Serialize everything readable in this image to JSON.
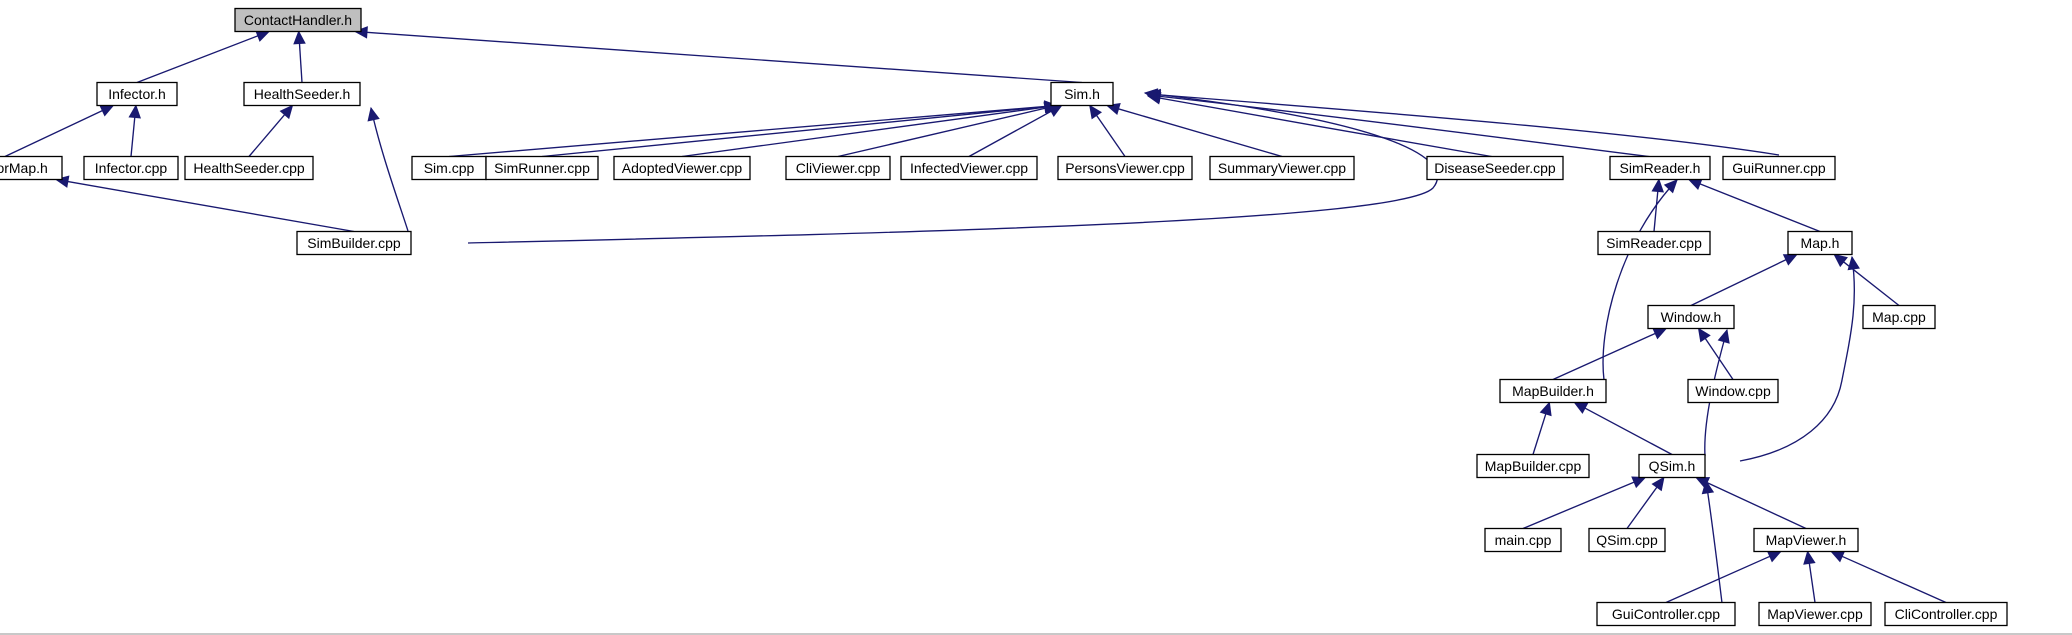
{
  "colors": {
    "edge": "#191970",
    "node_fill": "#ffffff",
    "root_fill": "#bfbfbf",
    "node_border": "#000000",
    "text": "#000000"
  },
  "nodes": [
    {
      "id": "contacthandler_h",
      "label": "ContactHandler.h",
      "root": true
    },
    {
      "id": "infector_h",
      "label": "Infector.h"
    },
    {
      "id": "healthseeder_h",
      "label": "HealthSeeder.h"
    },
    {
      "id": "sim_h",
      "label": "Sim.h"
    },
    {
      "id": "infectormap_h",
      "label": "InfectorMap.h"
    },
    {
      "id": "infector_cpp",
      "label": "Infector.cpp"
    },
    {
      "id": "healthseeder_cpp",
      "label": "HealthSeeder.cpp"
    },
    {
      "id": "sim_cpp",
      "label": "Sim.cpp"
    },
    {
      "id": "simrunner_cpp",
      "label": "SimRunner.cpp"
    },
    {
      "id": "adoptedviewer_cpp",
      "label": "AdoptedViewer.cpp"
    },
    {
      "id": "cliviewer_cpp",
      "label": "CliViewer.cpp"
    },
    {
      "id": "infectedviewer_cpp",
      "label": "InfectedViewer.cpp"
    },
    {
      "id": "personsviewer_cpp",
      "label": "PersonsViewer.cpp"
    },
    {
      "id": "summaryviewer_cpp",
      "label": "SummaryViewer.cpp"
    },
    {
      "id": "diseaseseeder_cpp",
      "label": "DiseaseSeeder.cpp"
    },
    {
      "id": "simreader_h",
      "label": "SimReader.h"
    },
    {
      "id": "guirunner_cpp",
      "label": "GuiRunner.cpp"
    },
    {
      "id": "simbuilder_cpp",
      "label": "SimBuilder.cpp"
    },
    {
      "id": "simreader_cpp",
      "label": "SimReader.cpp"
    },
    {
      "id": "map_h",
      "label": "Map.h"
    },
    {
      "id": "window_h",
      "label": "Window.h"
    },
    {
      "id": "map_cpp",
      "label": "Map.cpp"
    },
    {
      "id": "mapbuilder_h",
      "label": "MapBuilder.h"
    },
    {
      "id": "window_cpp",
      "label": "Window.cpp"
    },
    {
      "id": "mapbuilder_cpp",
      "label": "MapBuilder.cpp"
    },
    {
      "id": "qsim_h",
      "label": "QSim.h"
    },
    {
      "id": "main_cpp",
      "label": "main.cpp"
    },
    {
      "id": "qsim_cpp",
      "label": "QSim.cpp"
    },
    {
      "id": "mapviewer_h",
      "label": "MapViewer.h"
    },
    {
      "id": "guicontroller_cpp",
      "label": "GuiController.cpp"
    },
    {
      "id": "mapviewer_cpp",
      "label": "MapViewer.cpp"
    },
    {
      "id": "clicontroller_cpp",
      "label": "CliController.cpp"
    }
  ],
  "edges": [
    {
      "from": "infector_h",
      "to": "contacthandler_h"
    },
    {
      "from": "healthseeder_h",
      "to": "contacthandler_h"
    },
    {
      "from": "sim_h",
      "to": "contacthandler_h"
    },
    {
      "from": "infectormap_h",
      "to": "infector_h"
    },
    {
      "from": "infector_cpp",
      "to": "infector_h"
    },
    {
      "from": "healthseeder_cpp",
      "to": "healthseeder_h"
    },
    {
      "from": "simbuilder_cpp",
      "to": "healthseeder_h"
    },
    {
      "from": "simbuilder_cpp",
      "to": "infectormap_h"
    },
    {
      "from": "sim_cpp",
      "to": "sim_h"
    },
    {
      "from": "simrunner_cpp",
      "to": "sim_h"
    },
    {
      "from": "adoptedviewer_cpp",
      "to": "sim_h"
    },
    {
      "from": "cliviewer_cpp",
      "to": "sim_h"
    },
    {
      "from": "infectedviewer_cpp",
      "to": "sim_h"
    },
    {
      "from": "personsviewer_cpp",
      "to": "sim_h"
    },
    {
      "from": "summaryviewer_cpp",
      "to": "sim_h"
    },
    {
      "from": "diseaseseeder_cpp",
      "to": "sim_h"
    },
    {
      "from": "simreader_h",
      "to": "sim_h"
    },
    {
      "from": "guirunner_cpp",
      "to": "sim_h"
    },
    {
      "from": "simbuilder_cpp",
      "to": "sim_h"
    },
    {
      "from": "simreader_cpp",
      "to": "simreader_h"
    },
    {
      "from": "map_h",
      "to": "simreader_h"
    },
    {
      "from": "mapbuilder_h",
      "to": "simreader_h"
    },
    {
      "from": "window_h",
      "to": "map_h"
    },
    {
      "from": "map_cpp",
      "to": "map_h"
    },
    {
      "from": "qsim_h",
      "to": "map_h"
    },
    {
      "from": "mapbuilder_h",
      "to": "window_h"
    },
    {
      "from": "window_cpp",
      "to": "window_h"
    },
    {
      "from": "qsim_h",
      "to": "window_h"
    },
    {
      "from": "mapbuilder_cpp",
      "to": "mapbuilder_h"
    },
    {
      "from": "qsim_h",
      "to": "mapbuilder_h"
    },
    {
      "from": "main_cpp",
      "to": "qsim_h"
    },
    {
      "from": "qsim_cpp",
      "to": "qsim_h"
    },
    {
      "from": "mapviewer_h",
      "to": "qsim_h"
    },
    {
      "from": "guicontroller_cpp",
      "to": "qsim_h"
    },
    {
      "from": "guicontroller_cpp",
      "to": "mapviewer_h"
    },
    {
      "from": "mapviewer_cpp",
      "to": "mapviewer_h"
    },
    {
      "from": "clicontroller_cpp",
      "to": "mapviewer_h"
    }
  ]
}
